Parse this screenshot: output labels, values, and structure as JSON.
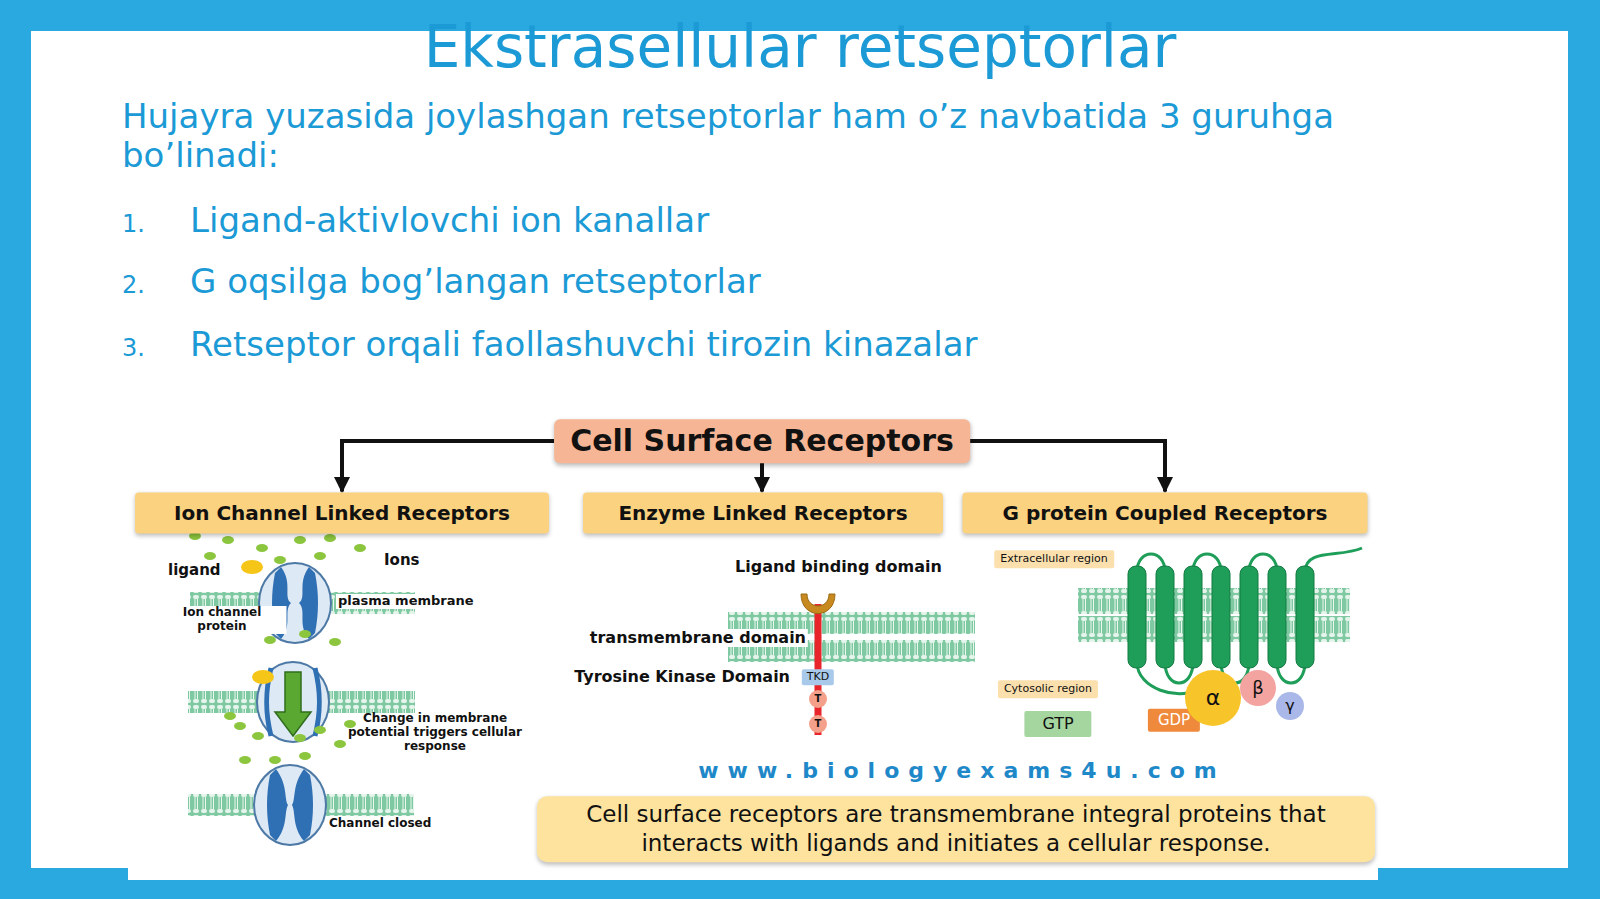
{
  "diagram": {
    "title": "Ekstrasellular retseptorlar",
    "nodes": [
      {
        "text": [
          "Cell Surface Receptors"
        ]
      },
      {
        "text": [
          "Ion Channel Linked Receptors"
        ]
      },
      {
        "text": [
          "Enzyme Linked Receptors"
        ]
      },
      {
        "text": [
          "G protein Coupled Receptors"
        ]
      },
      {
        "text": [
          "Cell surface receptors are transmembrane integral proteins that interacts with ligands and initiates a cellular response."
        ]
      },
      {
        "text": [
          "Extracellular region"
        ]
      },
      {
        "text": [
          "Cytosolic region"
        ]
      },
      {
        "text": [
          "GTP"
        ]
      },
      {
        "text": [
          "GDP"
        ]
      },
      {
        "text": [
          "α"
        ]
      },
      {
        "text": [
          "β"
        ]
      },
      {
        "text": [
          "γ"
        ]
      },
      {
        "text": [
          "TKD"
        ]
      },
      {
        "text": [
          "T"
        ]
      },
      {
        "text": [
          "T"
        ]
      }
    ],
    "edges": [
      {
        "from": 0,
        "to": 1,
        "arrow": "to"
      },
      {
        "from": 0,
        "to": 2,
        "arrow": "to"
      },
      {
        "from": 0,
        "to": 3,
        "arrow": "to"
      }
    ],
    "labels": [
      "Hujayra yuzasida joylashgan retseptorlar ham o’z navbatida 3 guruhga bo’linadi:",
      "1.",
      "Ligand-aktivlovchi ion kanallar",
      "2.",
      "G oqsilga bog’langan retseptorlar",
      "3.",
      "Retseptor orqali faollashuvchi tirozin kinazalar",
      "ligand",
      "Ions",
      "plasma membrane",
      "Ion channel protein",
      "Change in membrane potential triggers cellular response",
      "Channel closed",
      "Ligand binding domain",
      "transmembrane domain",
      "Tyrosine Kinase Domain",
      "www.biologyexams4u.com"
    ]
  }
}
